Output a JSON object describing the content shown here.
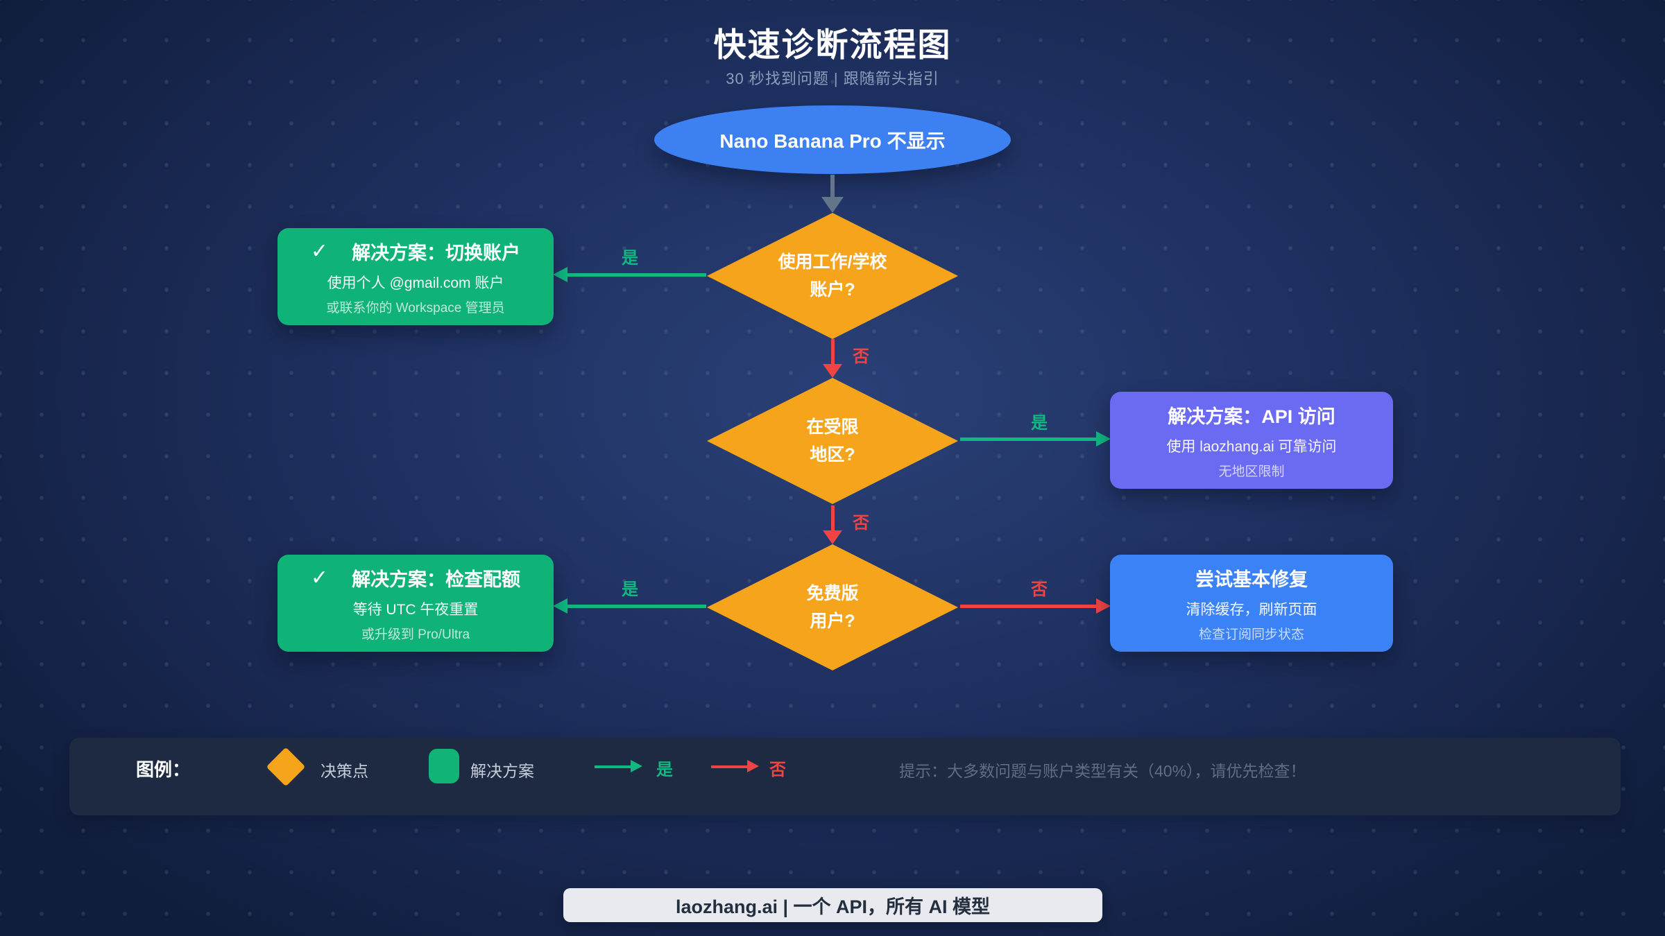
{
  "header": {
    "title": "快速诊断流程图",
    "subtitle": "30 秒找到问题 | 跟随箭头指引"
  },
  "flow": {
    "start": {
      "label": "Nano Banana Pro 不显示"
    },
    "decisions": [
      {
        "line1": "使用工作/学校",
        "line2": "账户?"
      },
      {
        "line1": "在受限",
        "line2": "地区?"
      },
      {
        "line1": "免费版",
        "line2": "用户?"
      }
    ],
    "solutions": {
      "switch_account": {
        "check": "✓",
        "title": "解决方案：切换账户",
        "line1": "使用个人 @gmail.com 账户",
        "line2": "或联系你的 Workspace 管理员"
      },
      "api_access": {
        "title": "解决方案：API 访问",
        "line1": "使用 laozhang.ai 可靠访问",
        "line2": "无地区限制"
      },
      "check_quota": {
        "check": "✓",
        "title": "解决方案：检查配额",
        "line1": "等待 UTC 午夜重置",
        "line2": "或升级到 Pro/Ultra"
      },
      "basic_fixes": {
        "title": "尝试基本修复",
        "line1": "清除缓存，刷新页面",
        "line2": "检查订阅同步状态"
      }
    },
    "edge_labels": {
      "yes": "是",
      "no": "否"
    }
  },
  "legend": {
    "label": "图例：",
    "decision": "决策点",
    "solution": "解决方案",
    "yes": "是",
    "no": "否",
    "tip": "提示：大多数问题与账户类型有关（40%），请优先检查！"
  },
  "footer": {
    "text": "laozhang.ai | 一个 API，所有 AI 模型"
  },
  "colors": {
    "decision_node": "#f6a41c",
    "solution_node": "#10b377",
    "start_node": "#3d80f2",
    "api_node": "#6b6af3",
    "fix_node": "#3b82f6",
    "yes_arrow": "#10b981",
    "no_arrow": "#ef4444",
    "neutral_arrow": "#64748b"
  }
}
